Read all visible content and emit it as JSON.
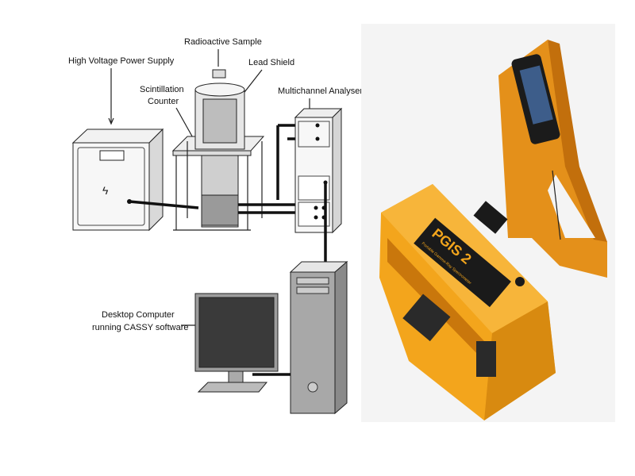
{
  "diagram": {
    "labels": {
      "radioactive_sample": "Radioactive Sample",
      "lead_shield": "Lead Shield",
      "hv_power_supply": "High Voltage Power Supply",
      "scintillation_1": "Scintillation",
      "scintillation_2": "Counter",
      "mca": "Multichannel Analyser",
      "computer_1": "Desktop Computer",
      "computer_2": "running CASSY software"
    }
  },
  "photo": {
    "device_name": "PGIS 2",
    "device_subtitle": "Portable Gamma-Ray Spectrometer",
    "colors": {
      "case": "#f2a21a",
      "case_dark": "#c9770c",
      "panel": "#1a1a1a"
    }
  }
}
